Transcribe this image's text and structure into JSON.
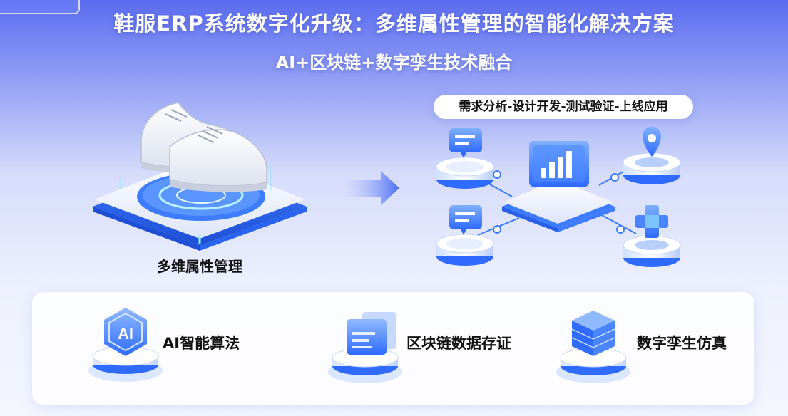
{
  "header": {
    "corner_tag": "",
    "title": "鞋服ERP系统数字化升级：多维属性管理的智能化解决方案",
    "subtitle": "AI+区块链+数字孪生技术融合"
  },
  "left_scene": {
    "label": "多维属性管理"
  },
  "right_scene": {
    "process": "需求分析-设计开发-测试验证-上线应用",
    "icons": [
      "chat-icon",
      "location-pin-icon",
      "bar-chart-icon",
      "chat-icon",
      "plus-cross-icon"
    ]
  },
  "features": [
    {
      "label": "AI智能算法",
      "icon": "ai-hexagon-icon",
      "badge": "AI"
    },
    {
      "label": "区块链数据存证",
      "icon": "document-card-icon"
    },
    {
      "label": "数字孪生仿真",
      "icon": "cube-stack-icon"
    }
  ],
  "colors": {
    "accent": "#2f6bff",
    "header_bg": "#5b6cf0",
    "panel_bg": "#ffffff"
  }
}
